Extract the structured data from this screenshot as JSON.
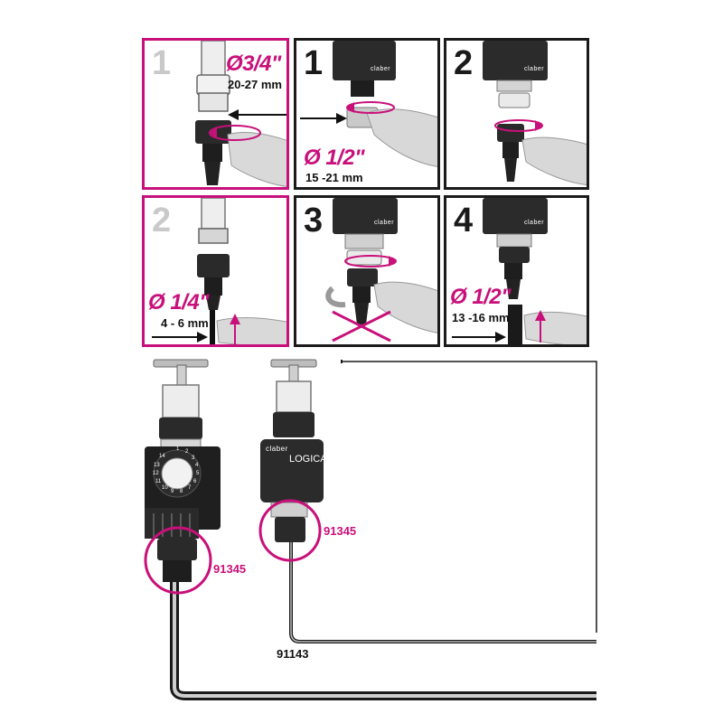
{
  "colors": {
    "accent": "#c8107a",
    "ink": "#1a1a1a",
    "faded": "#c9c9c9"
  },
  "panels": [
    {
      "step": "1",
      "diameter": "Ø3/4\"",
      "range": "20-27 mm"
    },
    {
      "step": "1",
      "diameter": "Ø 1/2\"",
      "range": "15 -21 mm",
      "device_brand": "claber"
    },
    {
      "step": "2",
      "device_brand": "claber"
    },
    {
      "step": "2",
      "diameter": "Ø 1/4\"",
      "range": "4 - 6 mm"
    },
    {
      "step": "3",
      "device_brand": "claber"
    },
    {
      "step": "4",
      "diameter": "Ø 1/2\"",
      "range": "13 -16 mm",
      "device_brand": "claber"
    }
  ],
  "installation": {
    "timer_brand": "claber",
    "timer_model": "LOGICA",
    "codes": [
      "91345",
      "91345",
      "91143"
    ],
    "dial_numbers": [
      "1",
      "2",
      "3",
      "4",
      "5",
      "6",
      "7",
      "8",
      "9",
      "10",
      "11",
      "12",
      "13",
      "14"
    ]
  }
}
